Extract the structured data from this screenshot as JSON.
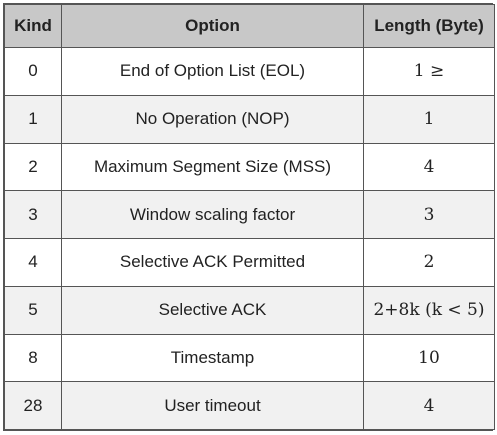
{
  "table": {
    "headers": {
      "kind": "Kind",
      "option": "Option",
      "length": "Length (Byte)"
    },
    "rows": [
      {
        "kind": "0",
        "option": "End of Option List (EOL)",
        "length": "1 ≥"
      },
      {
        "kind": "1",
        "option": "No Operation (NOP)",
        "length": "1"
      },
      {
        "kind": "2",
        "option": "Maximum Segment Size (MSS)",
        "length": "4"
      },
      {
        "kind": "3",
        "option": "Window scaling factor",
        "length": "3"
      },
      {
        "kind": "4",
        "option": "Selective ACK Permitted",
        "length": "2"
      },
      {
        "kind": "5",
        "option": "Selective ACK",
        "length": "2+8k (k < 5)"
      },
      {
        "kind": "8",
        "option": "Timestamp",
        "length": "10"
      },
      {
        "kind": "28",
        "option": "User timeout",
        "length": "4"
      }
    ]
  }
}
